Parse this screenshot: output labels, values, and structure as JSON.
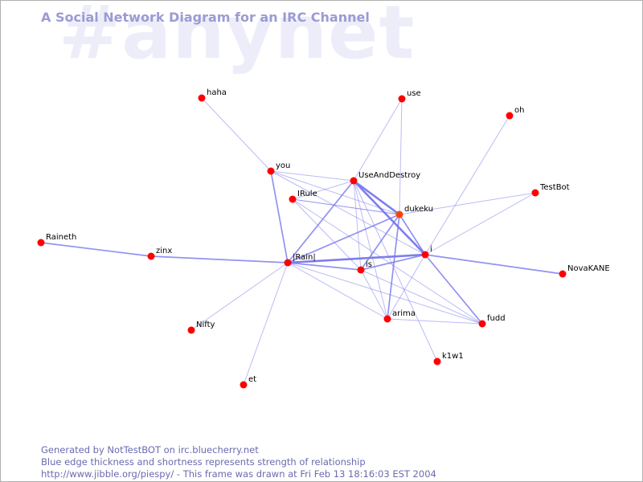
{
  "watermark": "#anynet",
  "title": "A Social Network Diagram for an IRC Channel",
  "footer": {
    "line1": "Generated by NotTestBOT on irc.bluecherry.net",
    "line2": "Blue edge thickness and shortness represents strength of relationship",
    "line3": "http://www.jibble.org/piespy/ - This frame was drawn at Fri Feb 13 18:16:03 EST 2004"
  },
  "colors": {
    "node": "#ff0000",
    "highlight_node": "#ff4400",
    "edge": "#7777ee",
    "title": "#9b9bd4",
    "watermark": "#ededfa",
    "footer": "#6a6ab0"
  },
  "nodes": [
    {
      "id": "haha"
    },
    {
      "id": "use"
    },
    {
      "id": "oh"
    },
    {
      "id": "you"
    },
    {
      "id": "UseAndDestroy"
    },
    {
      "id": "IRule"
    },
    {
      "id": "TestBot"
    },
    {
      "id": "dukeku",
      "highlight": true
    },
    {
      "id": "Raineth"
    },
    {
      "id": "zinx"
    },
    {
      "id": "|Rain|"
    },
    {
      "id": "is"
    },
    {
      "id": "i"
    },
    {
      "id": "NovaKANE"
    },
    {
      "id": "arima"
    },
    {
      "id": "fudd"
    },
    {
      "id": "Nifty"
    },
    {
      "id": "k1w1"
    },
    {
      "id": "et"
    }
  ],
  "edges": [
    {
      "source": "haha",
      "target": "you",
      "strength": 1
    },
    {
      "source": "use",
      "target": "UseAndDestroy",
      "strength": 1
    },
    {
      "source": "use",
      "target": "dukeku",
      "strength": 1
    },
    {
      "source": "oh",
      "target": "i",
      "strength": 1
    },
    {
      "source": "TestBot",
      "target": "dukeku",
      "strength": 1
    },
    {
      "source": "TestBot",
      "target": "i",
      "strength": 1
    },
    {
      "source": "you",
      "target": "UseAndDestroy",
      "strength": 1
    },
    {
      "source": "you",
      "target": "dukeku",
      "strength": 1
    },
    {
      "source": "you",
      "target": "|Rain|",
      "strength": 2
    },
    {
      "source": "you",
      "target": "i",
      "strength": 1
    },
    {
      "source": "IRule",
      "target": "UseAndDestroy",
      "strength": 1
    },
    {
      "source": "IRule",
      "target": "dukeku",
      "strength": 1
    },
    {
      "source": "IRule",
      "target": "is",
      "strength": 1
    },
    {
      "source": "IRule",
      "target": "fudd",
      "strength": 1
    },
    {
      "source": "UseAndDestroy",
      "target": "dukeku",
      "strength": 3
    },
    {
      "source": "UseAndDestroy",
      "target": "|Rain|",
      "strength": 2
    },
    {
      "source": "UseAndDestroy",
      "target": "i",
      "strength": 3
    },
    {
      "source": "UseAndDestroy",
      "target": "is",
      "strength": 1
    },
    {
      "source": "UseAndDestroy",
      "target": "arima",
      "strength": 1
    },
    {
      "source": "UseAndDestroy",
      "target": "k1w1",
      "strength": 1
    },
    {
      "source": "dukeku",
      "target": "|Rain|",
      "strength": 2
    },
    {
      "source": "dukeku",
      "target": "is",
      "strength": 2
    },
    {
      "source": "dukeku",
      "target": "i",
      "strength": 2
    },
    {
      "source": "dukeku",
      "target": "arima",
      "strength": 2
    },
    {
      "source": "dukeku",
      "target": "IRule",
      "strength": 1
    },
    {
      "source": "Raineth",
      "target": "zinx",
      "strength": 2
    },
    {
      "source": "zinx",
      "target": "|Rain|",
      "strength": 2
    },
    {
      "source": "|Rain|",
      "target": "i",
      "strength": 3
    },
    {
      "source": "|Rain|",
      "target": "is",
      "strength": 2
    },
    {
      "source": "|Rain|",
      "target": "Nifty",
      "strength": 1
    },
    {
      "source": "|Rain|",
      "target": "et",
      "strength": 1
    },
    {
      "source": "|Rain|",
      "target": "arima",
      "strength": 1
    },
    {
      "source": "|Rain|",
      "target": "fudd",
      "strength": 1
    },
    {
      "source": "is",
      "target": "i",
      "strength": 2
    },
    {
      "source": "is",
      "target": "arima",
      "strength": 1
    },
    {
      "source": "is",
      "target": "fudd",
      "strength": 1
    },
    {
      "source": "i",
      "target": "NovaKANE",
      "strength": 2
    },
    {
      "source": "i",
      "target": "fudd",
      "strength": 2
    },
    {
      "source": "i",
      "target": "arima",
      "strength": 1
    },
    {
      "source": "arima",
      "target": "fudd",
      "strength": 1
    }
  ]
}
